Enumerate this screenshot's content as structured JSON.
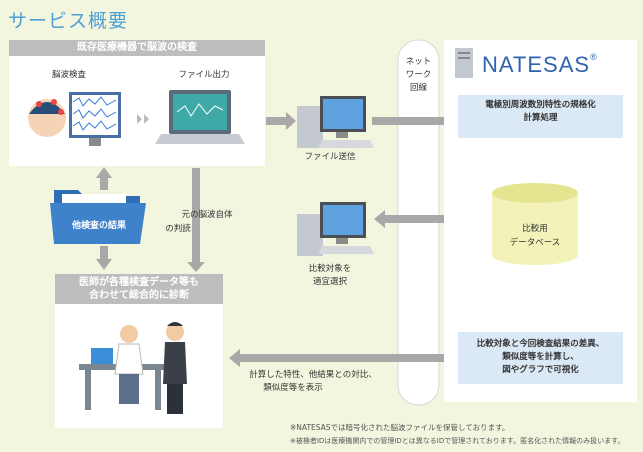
{
  "title": "サービス概要",
  "top_panel": {
    "header": "既存医療機器で脳波の検査",
    "eeg_label": "脳波検査",
    "file_output_label": "ファイル出力"
  },
  "file_send_label": "ファイル送信",
  "network_label": [
    "ネット",
    "ワーク",
    "回線"
  ],
  "other_exam_folder": "他検査の結果",
  "judgment_label": [
    "元の脳波自体",
    "の判読"
  ],
  "diagnosis_panel": {
    "header": [
      "医師が各種検査データ等も",
      "合わせて総合的に診断"
    ]
  },
  "compare_select_label": [
    "比較対象を",
    "適宜選択"
  ],
  "result_label": [
    "計算した特性、他結果との対比、",
    "類似度等を表示"
  ],
  "natesas": {
    "logo": "NATESAS",
    "logo_mark": "®",
    "normalize_box": [
      "電極別周波数別特性の規格化",
      "計算処理"
    ],
    "database": [
      "比較用",
      "データベース"
    ],
    "compare_box": [
      "比較対象と今回検査結果の差異、",
      "類似度等を計算し、",
      "図やグラフで可視化"
    ]
  },
  "notes": [
    "※NATESASでは暗号化された脳波ファイルを保管しております。",
    "※被検者IDは医療機関内での管理IDとは異なるIDで管理されております。匿名化された情報のみ扱います。"
  ],
  "colors": {
    "title": "#4d9fd4",
    "background": "#f3f6df",
    "header": "#bdbdbd",
    "box": "#dbe9f7",
    "arrow": "#a8a8a8",
    "logo": "#2f63ae",
    "folder": "#2f6db5"
  }
}
